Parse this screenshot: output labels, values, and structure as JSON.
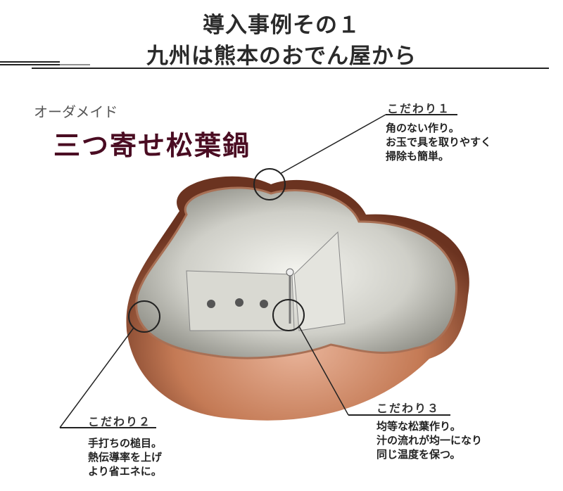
{
  "header": {
    "line1": "導入事例その１",
    "line2": "九州は熊本のおでん屋から"
  },
  "product": {
    "subtitle": "オーダメイド",
    "name": "三つ寄せ松葉鍋"
  },
  "points": [
    {
      "label": "こだわり１",
      "lines": [
        "角のない作り。",
        "お玉で具を取りやすく",
        "掃除も簡単。"
      ]
    },
    {
      "label": "こだわり２",
      "lines": [
        "手打ちの槌目。",
        "熱伝導率を上げ",
        "より省エネに。"
      ]
    },
    {
      "label": "こだわり３",
      "lines": [
        "均等な松葉作り。",
        "汁の流れが均一になり",
        "同じ温度を保つ。"
      ]
    }
  ],
  "colors": {
    "product_name": "#4a0c22",
    "copper": "#b8643e",
    "silver": "#cfcfca"
  }
}
